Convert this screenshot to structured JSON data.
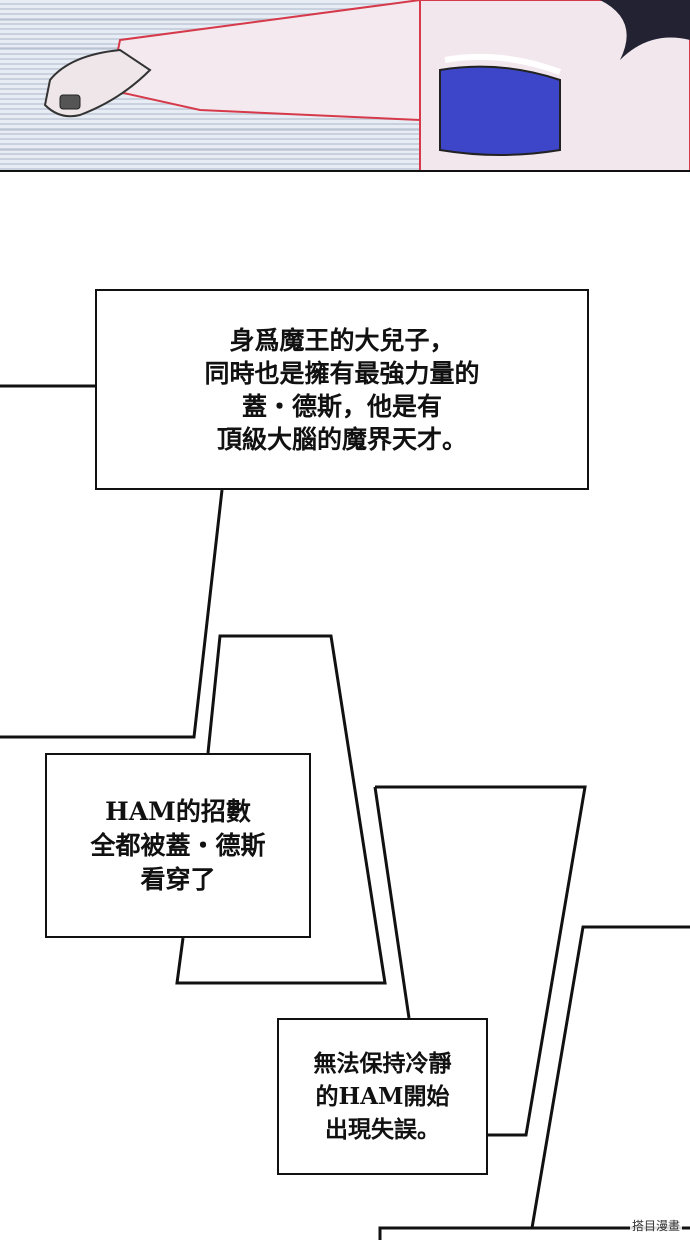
{
  "captions": [
    {
      "lines": [
        "身爲魔王的大兒子，",
        "同時也是擁有最強力量的",
        "蓋・德斯，他是有",
        "頂級大腦的魔界天才。"
      ]
    },
    {
      "lines": [
        "HAM的招數",
        "全都被蓋・德斯",
        "看穿了"
      ]
    },
    {
      "lines": [
        "無法保持冷靜",
        "的HAM開始",
        "出現失誤。"
      ]
    }
  ],
  "watermark": "搭目漫畫",
  "colors": {
    "ink": "#111111",
    "paper": "#ffffff",
    "speed_lines": "#c9d1df",
    "bikini": "#3d46c8"
  }
}
